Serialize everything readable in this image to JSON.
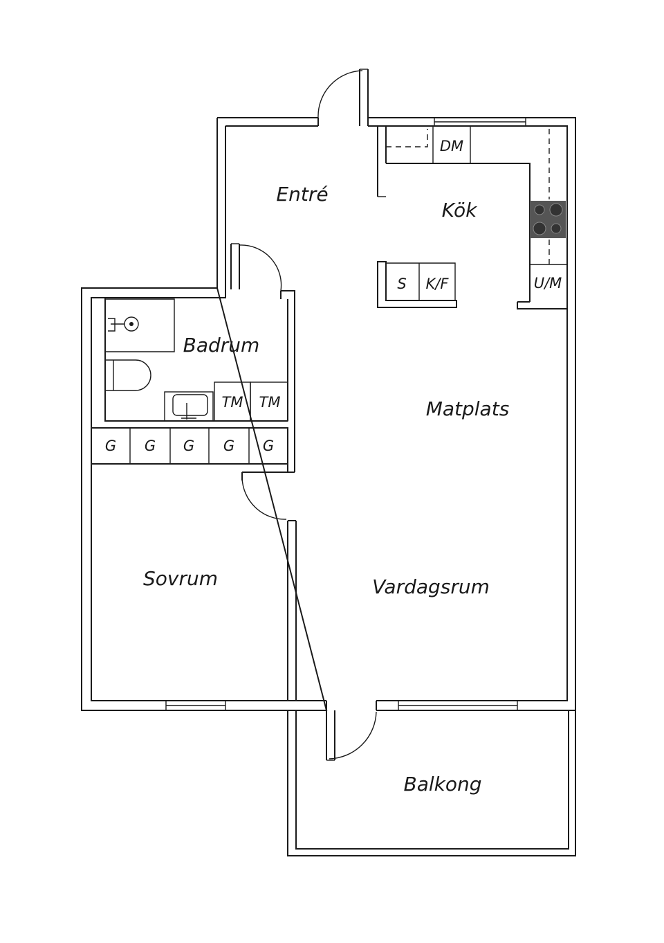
{
  "rooms": {
    "entre": "Entré",
    "kok": "Kök",
    "badrum": "Badrum",
    "matplats": "Matplats",
    "sovrum": "Sovrum",
    "vardagsrum": "Vardagsrum",
    "balkong": "Balkong"
  },
  "fixtures": {
    "dishwasher": "DM",
    "sink_cabinet": "S",
    "fridge_freezer": "K/F",
    "oven_microwave": "U/M",
    "washer": "TM",
    "dryer": "TM",
    "wardrobes": [
      "G",
      "G",
      "G",
      "G",
      "G"
    ]
  }
}
